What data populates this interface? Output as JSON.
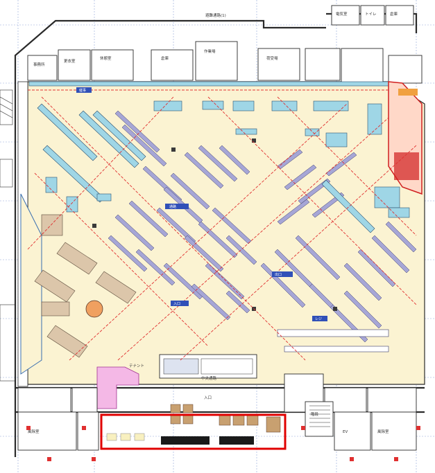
{
  "colors": {
    "floor": "#fbf3d2",
    "wall": "#2a2a2a",
    "grid": "#8fa6d8",
    "route": "#e03030",
    "fixture_blue": "#9fd6e6",
    "fixture_purple": "#a6a6d6",
    "fixture_tan": "#dcc6aa",
    "fixture_dark": "#6a6a9a",
    "highlight": "#e00000",
    "pink_zone": "#f4b8e6",
    "tag_blue": "#3050b8"
  },
  "labels": {
    "top_corridor": "避難通路(1)",
    "top_right_room1": "電気室",
    "top_right_room2": "トイレ",
    "top_right_room3": "倉庫",
    "room_a": "事務所",
    "room_b": "更衣室",
    "room_c": "休憩室",
    "room_d": "倉庫",
    "room_e": "作業場",
    "room_f": "荷受場",
    "tenant_label": "テナント",
    "bottom_left_room": "風除室",
    "bottom_mid_label": "入口",
    "bottom_right_room1": "風除室",
    "bottom_right_room2": "階段",
    "bottom_right_room3": "EV",
    "center_label": "中央通路",
    "aisle_tag_1": "催事",
    "aisle_tag_2": "通路",
    "aisle_tag_3": "レジ",
    "aisle_tag_4": "出口",
    "aisle_tag_5": "入口"
  }
}
